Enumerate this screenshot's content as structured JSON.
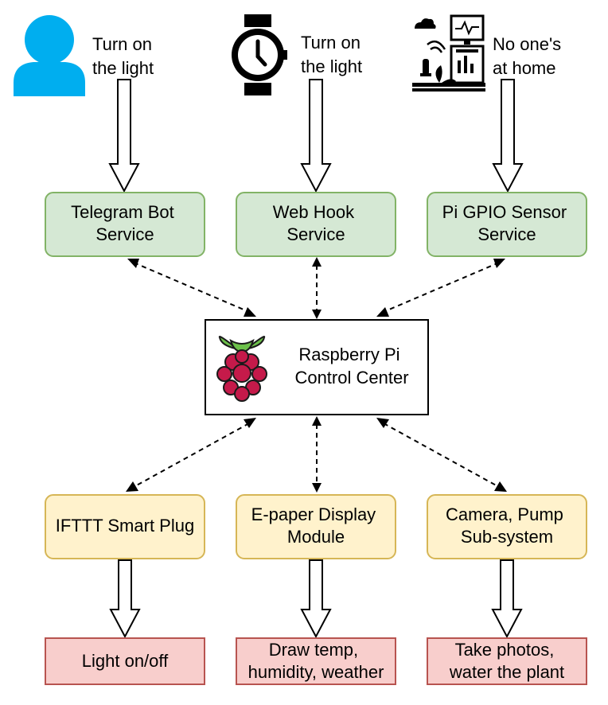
{
  "inputs": {
    "user": {
      "icon": "user-icon",
      "color": "#00aeef",
      "label_lines": [
        "Turn on",
        "the light"
      ]
    },
    "watch": {
      "icon": "smartwatch-icon",
      "label_lines": [
        "Turn on",
        "the light"
      ]
    },
    "sensor": {
      "icon": "iot-sensor-icon",
      "label_lines": [
        "No one's",
        "at home"
      ]
    }
  },
  "services": [
    {
      "lines": [
        "Telegram Bot",
        "Service"
      ]
    },
    {
      "lines": [
        "Web Hook",
        "Service"
      ]
    },
    {
      "lines": [
        "Pi GPIO Sensor",
        "Service"
      ]
    }
  ],
  "center": {
    "icon": "raspberry-pi-logo",
    "lines": [
      "Raspberry Pi",
      "Control Center"
    ]
  },
  "modules": [
    {
      "lines": [
        "IFTTT Smart Plug"
      ]
    },
    {
      "lines": [
        "E-paper Display",
        "Module"
      ]
    },
    {
      "lines": [
        "Camera, Pump",
        "Sub-system"
      ]
    }
  ],
  "outputs": [
    {
      "lines": [
        "Light on/off"
      ]
    },
    {
      "lines": [
        "Draw temp,",
        "humidity, weather"
      ]
    },
    {
      "lines": [
        "Take photos,",
        "water the plant"
      ]
    }
  ],
  "colors": {
    "service_fill": "#d5e8d4",
    "service_stroke": "#82b366",
    "module_fill": "#fff2cc",
    "module_stroke": "#d6b656",
    "output_fill": "#f8cecc",
    "output_stroke": "#b85450",
    "raspberry_red": "#c51a4a",
    "leaf_green": "#6cc04a"
  }
}
